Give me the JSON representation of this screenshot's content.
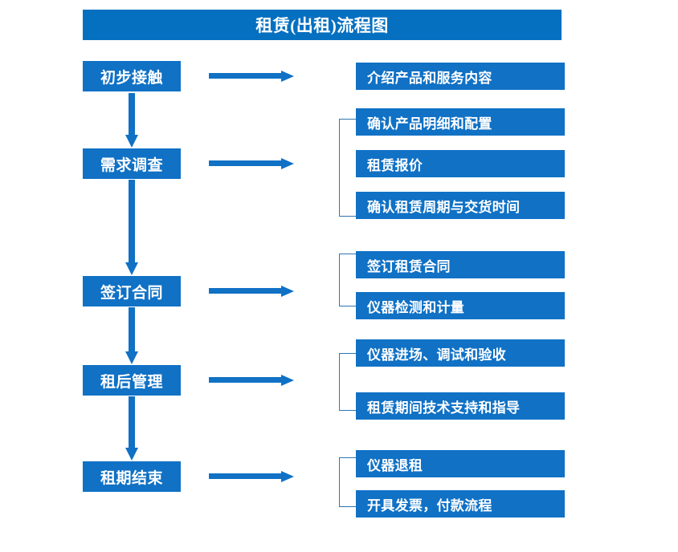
{
  "diagram": {
    "title": "租赁(出租)流程图",
    "colors": {
      "title_bar": "#0670c0",
      "box_fill": "#1071c5",
      "box_text": "#ffffff",
      "arrow": "#1071c5",
      "bracket": "#2e75b6",
      "background": "#ffffff"
    },
    "stages": [
      {
        "label": "初步接触"
      },
      {
        "label": "需求调查"
      },
      {
        "label": "签订合同"
      },
      {
        "label": "租后管理"
      },
      {
        "label": "租期结束"
      }
    ],
    "details": [
      {
        "label": "介绍产品和服务内容"
      },
      {
        "label": "确认产品明细和配置"
      },
      {
        "label": "租赁报价"
      },
      {
        "label": "确认租赁周期与交货时间"
      },
      {
        "label": "签订租赁合同"
      },
      {
        "label": "仪器检测和计量"
      },
      {
        "label": "仪器进场、调试和验收"
      },
      {
        "label": "租赁期间技术支持和指导"
      },
      {
        "label": "仪器退租"
      },
      {
        "label": "开具发票，付款流程"
      }
    ],
    "icons": {
      "arrow_right": "arrow-right-icon",
      "arrow_down": "arrow-down-icon",
      "bracket": "group-bracket-icon"
    }
  }
}
